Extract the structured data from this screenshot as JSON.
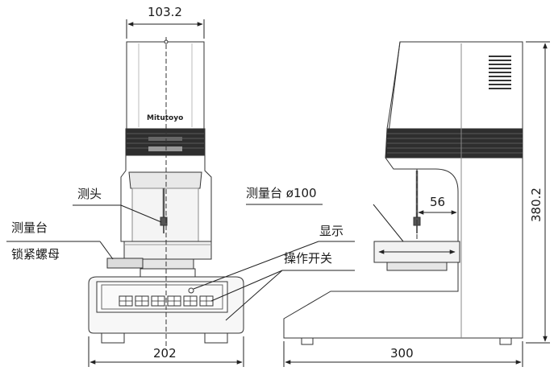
{
  "dimensions": {
    "front_top_width": "103.2",
    "front_base_width": "202",
    "side_depth": "300",
    "side_height": "380.2",
    "throat_depth": "56"
  },
  "labels": {
    "probe": "测头",
    "stage": "测量台",
    "lock_nut": "锁紧螺母",
    "stage_diameter": "测量台 ø100",
    "display": "显示",
    "operation_switch": "操作开关"
  },
  "branding": {
    "logo": "Mitutoyo"
  }
}
